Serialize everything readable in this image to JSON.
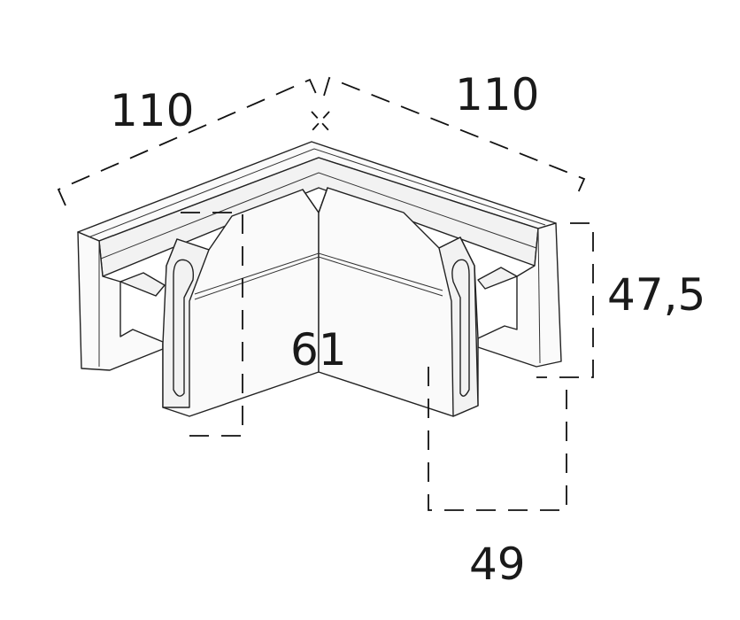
{
  "dimensions": {
    "top_left_length": "110",
    "top_right_length": "110",
    "height_right": "47,5",
    "width_bottom": "49",
    "height_center": "61"
  }
}
